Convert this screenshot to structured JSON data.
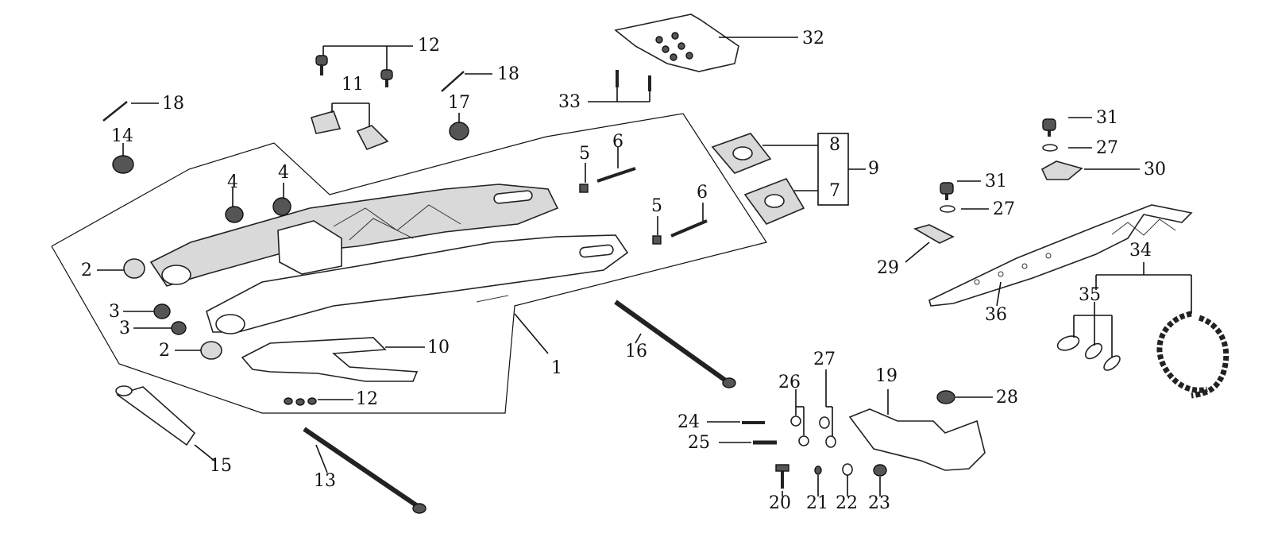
{
  "diagram": {
    "colors": {
      "line": "#111111",
      "part_fill": "#ffffff",
      "part_shade": "#d9d9d9",
      "dark": "#555555"
    },
    "callouts": {
      "c1": "1",
      "c2a": "2",
      "c2b": "2",
      "c3a": "3",
      "c3b": "3",
      "c4a": "4",
      "c4b": "4",
      "c5a": "5",
      "c5b": "5",
      "c6a": "6",
      "c6b": "6",
      "c7": "7",
      "c8": "8",
      "c9": "9",
      "c10": "10",
      "c11": "11",
      "c12a": "12",
      "c12b": "12",
      "c13": "13",
      "c14": "14",
      "c15": "15",
      "c16": "16",
      "c17": "17",
      "c18a": "18",
      "c18b": "18",
      "c19": "19",
      "c20": "20",
      "c21": "21",
      "c22": "22",
      "c23": "23",
      "c24": "24",
      "c25": "25",
      "c26": "26",
      "c27a": "27",
      "c27b": "27",
      "c27c": "27",
      "c28": "28",
      "c29": "29",
      "c30": "30",
      "c31a": "31",
      "c31b": "31",
      "c32": "32",
      "c33": "33",
      "c34": "34",
      "c35": "35",
      "c36": "36"
    }
  }
}
